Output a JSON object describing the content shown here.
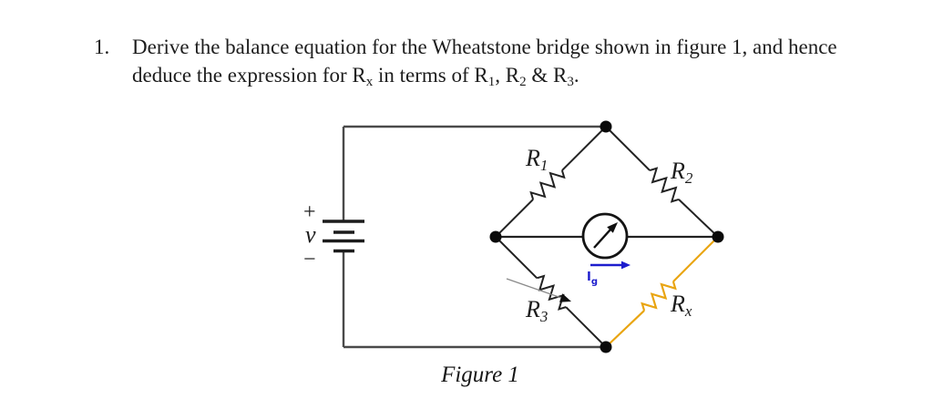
{
  "question": {
    "number": "1.",
    "line1": "Derive the balance equation for the Wheatstone bridge shown in figure 1, and hence",
    "line2": {
      "p1": "deduce the expression for R",
      "s1": "x",
      "p2": " in terms of R",
      "s2": "1",
      "p3": ", R",
      "s3": "2",
      "p4": " & R",
      "s4": "3",
      "p5": "."
    }
  },
  "figure": {
    "caption": "Figure 1",
    "source": {
      "plus": "+",
      "label": "v",
      "minus": "−"
    },
    "resistors": {
      "r1": {
        "base": "R",
        "sub": "1"
      },
      "r2": {
        "base": "R",
        "sub": "2"
      },
      "r3": {
        "base": "R",
        "sub": "3"
      },
      "rx": {
        "base": "R",
        "sub": "x"
      }
    },
    "galvanometer_current": {
      "base": "I",
      "sub": "g"
    },
    "colors": {
      "wire_outer": "#4a4a4a",
      "wire_bridge": "#222222",
      "node": "#0a0a0a",
      "unknown_resistor": "#e9a512",
      "current_arrow": "#1c1ccd",
      "variable_arrow": "#8a8a8a"
    }
  }
}
